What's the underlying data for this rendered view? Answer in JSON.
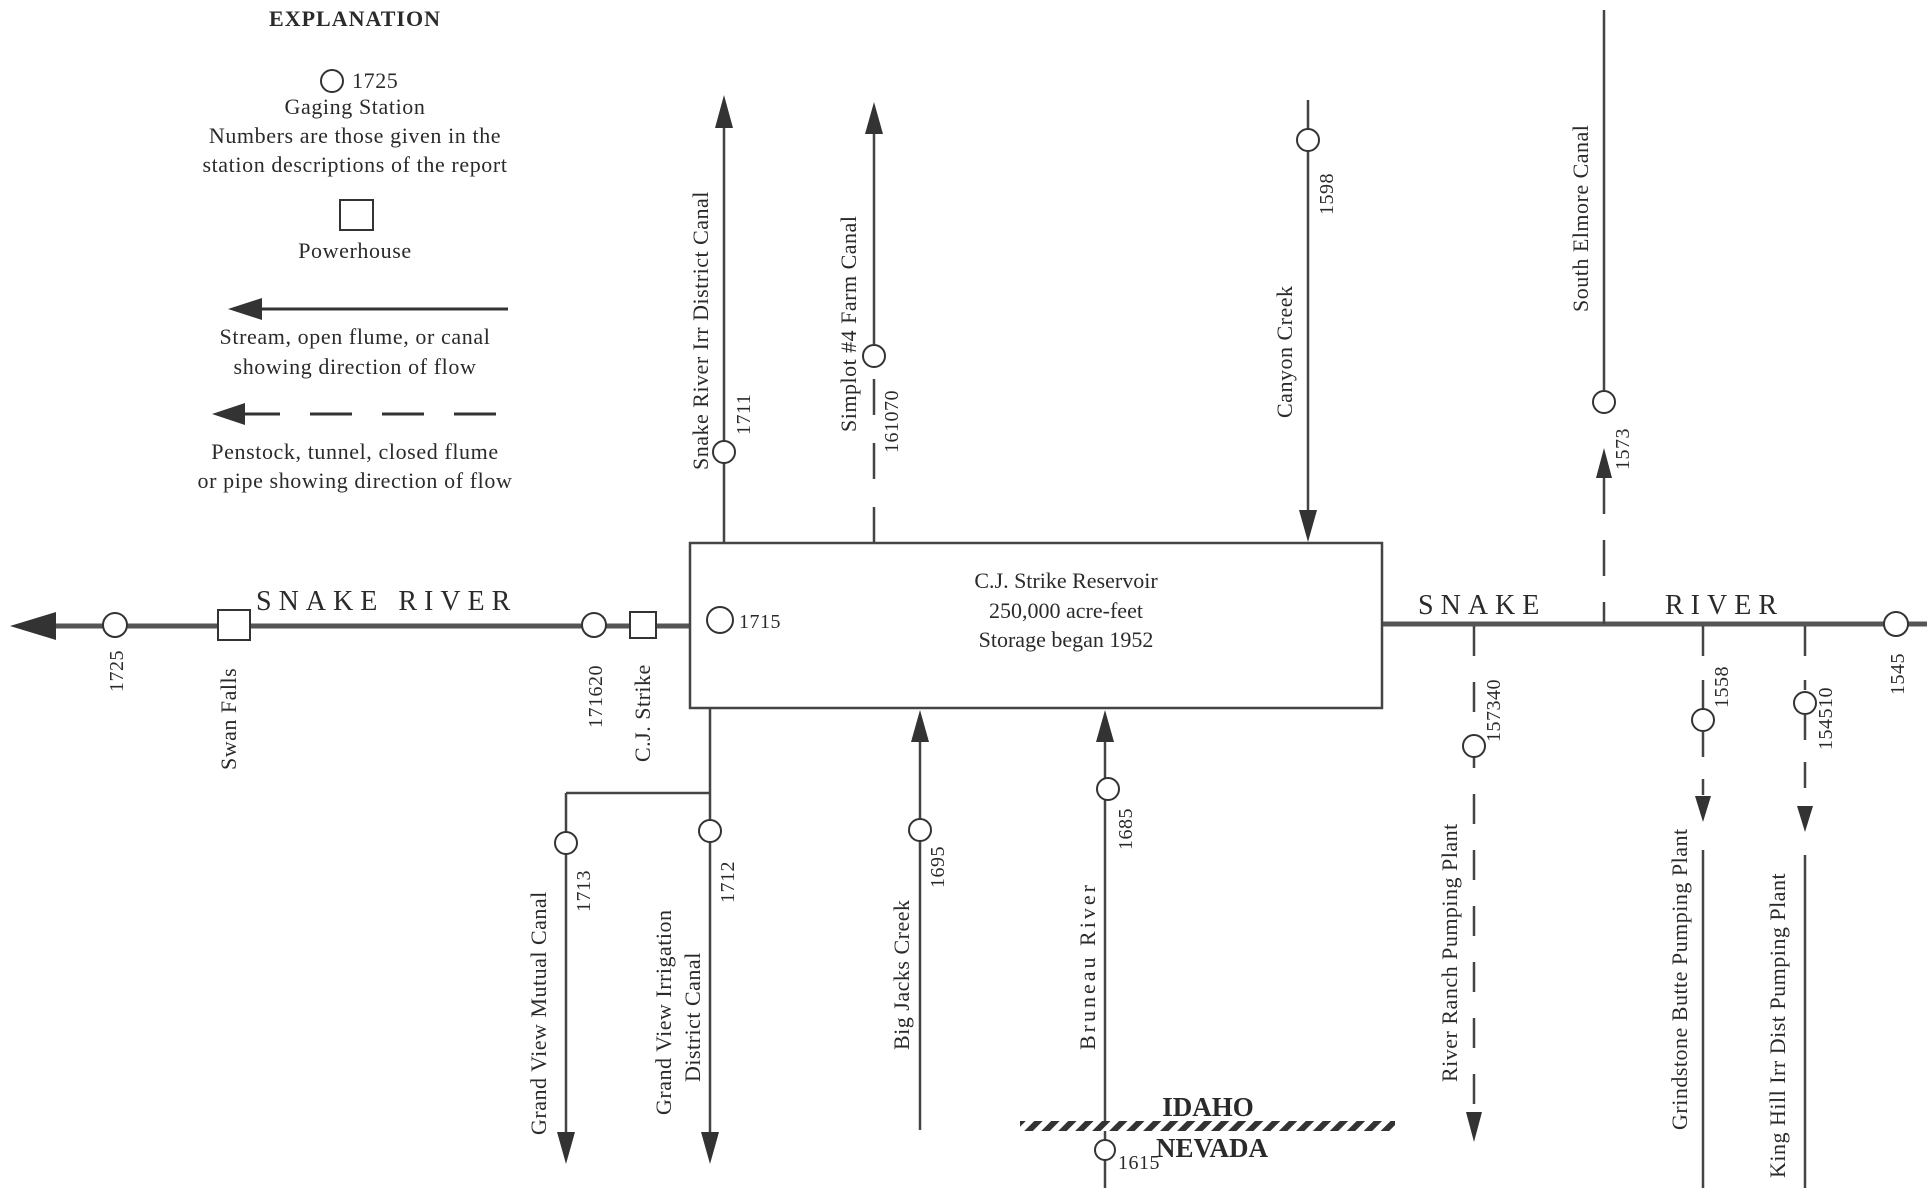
{
  "explanation": {
    "title": "EXPLANATION",
    "gaging_example_number": "1725",
    "gaging_label": "Gaging Station",
    "gaging_note_line1": "Numbers are those given in the",
    "gaging_note_line2": "station descriptions of the report",
    "powerhouse_label": "Powerhouse",
    "stream_line1": "Stream, open flume, or canal",
    "stream_line2": "showing direction of flow",
    "penstock_line1": "Penstock, tunnel, closed flume",
    "penstock_line2": "or pipe showing direction of flow"
  },
  "river": {
    "left_name": "SNAKE  RIVER",
    "right_name_a": "SNAKE",
    "right_name_b": "RIVER"
  },
  "reservoir": {
    "line1": "C.J. Strike Reservoir",
    "line2": "250,000 acre-feet",
    "line3": "Storage began 1952",
    "station": "1715"
  },
  "stations": {
    "s1725": "1725",
    "s171620": "171620",
    "s1711": "1711",
    "s161070": "161070",
    "s1598": "1598",
    "s1573": "1573",
    "s157340": "157340",
    "s1558": "1558",
    "s154510": "154510",
    "s1545": "1545",
    "s1713": "1713",
    "s1712": "1712",
    "s1695": "1695",
    "s1685": "1685",
    "s1615": "1615"
  },
  "powerhouses": {
    "swan_falls": "Swan Falls",
    "cj_strike": "C.J. Strike"
  },
  "labels": {
    "snake_river_irr": "Snake River Irr District Canal",
    "simplot": "Simplot #4 Farm Canal",
    "canyon_creek": "Canyon Creek",
    "south_elmore": "South Elmore Canal",
    "grand_view_mutual": "Grand View Mutual Canal",
    "grand_view_irr_line1": "Grand View Irrigation",
    "grand_view_irr_line2": "District Canal",
    "big_jacks": "Big Jacks Creek",
    "bruneau": "Bruneau  River",
    "river_ranch": "River Ranch Pumping Plant",
    "grindstone": "Grindstone Butte Pumping Plant",
    "king_hill": "King Hill Irr Dist Pumping Plant"
  },
  "states": {
    "north": "IDAHO",
    "south": "NEVADA"
  }
}
